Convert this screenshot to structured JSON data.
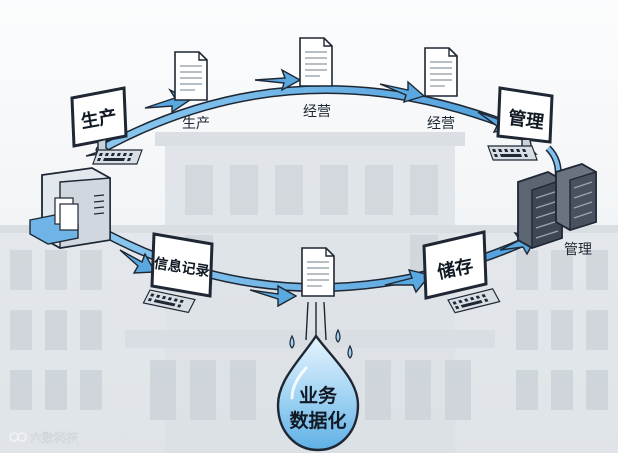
{
  "nodes": {
    "production_monitor_label": "生产",
    "management_monitor_label": "管理",
    "info_record_monitor_label": "信息记录",
    "storage_monitor_label": "储存"
  },
  "flow_labels": {
    "production": "生产",
    "operation_1": "经营",
    "operation_2": "经营",
    "management": "管理"
  },
  "drop": {
    "line1": "业务",
    "line2": "数据化"
  },
  "watermark": "六数科技",
  "colors": {
    "flow_arrow": "#5aa8e0",
    "flow_arrow_light": "#a9d4f3",
    "drop_fill": "#7fc0ef",
    "drop_light": "#d8eefb",
    "ink": "#1e2733",
    "background_building": "#d6dbe0"
  },
  "icons": [
    "document-icon",
    "monitor-icon",
    "keyboard-icon",
    "server-rack-icon",
    "desktop-tower-icon",
    "water-drop-icon",
    "flow-arrow-icon"
  ]
}
